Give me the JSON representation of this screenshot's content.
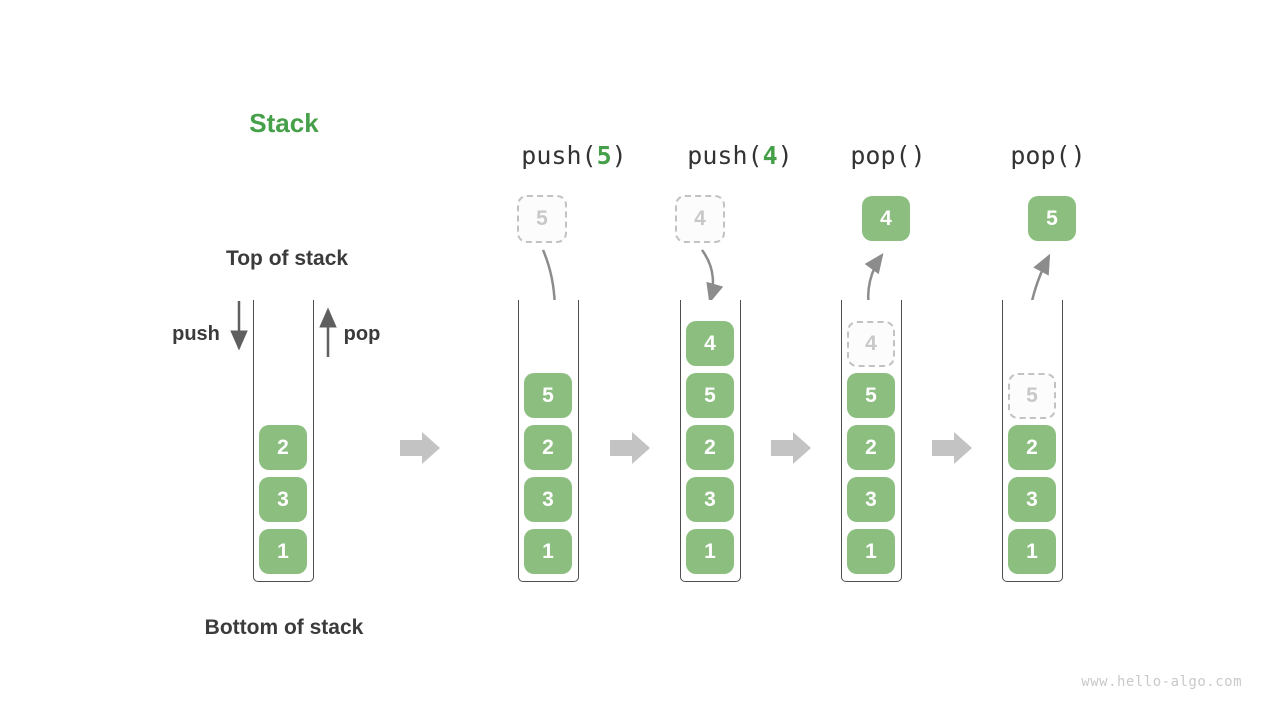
{
  "title": "Stack",
  "labels": {
    "top_of_stack": "Top of stack",
    "bottom_of_stack": "Bottom of stack",
    "push": "push",
    "pop": "pop"
  },
  "operations": [
    {
      "pre": "push(",
      "arg": "5",
      "post": ")"
    },
    {
      "pre": "push(",
      "arg": "4",
      "post": ")"
    },
    {
      "pre": "pop(",
      "arg": "",
      "post": ")"
    },
    {
      "pre": "pop(",
      "arg": "",
      "post": ")"
    }
  ],
  "stacks": [
    {
      "values": [
        "2",
        "3",
        "1"
      ]
    },
    {
      "ghost_above": "5",
      "values": [
        "5",
        "2",
        "3",
        "1"
      ]
    },
    {
      "ghost_above": "4",
      "values": [
        "4",
        "5",
        "2",
        "3",
        "1"
      ]
    },
    {
      "popped": "4",
      "ghost_in_stack": "4",
      "values": [
        "5",
        "2",
        "3",
        "1"
      ]
    },
    {
      "popped": "5",
      "ghost_in_stack": "5",
      "values": [
        "2",
        "3",
        "1"
      ]
    }
  ],
  "colors": {
    "accent_green": "#45a049",
    "box_green": "#8CBE80",
    "curve_arrow_gray": "#8c8c8c",
    "small_arrow_gray": "#5f5f5f",
    "block_arrow_gray": "#c3c3c3",
    "ghost_border_gray": "#c2c2c2",
    "text_dark": "#3b3b3b"
  },
  "watermark": "www.hello-algo.com"
}
